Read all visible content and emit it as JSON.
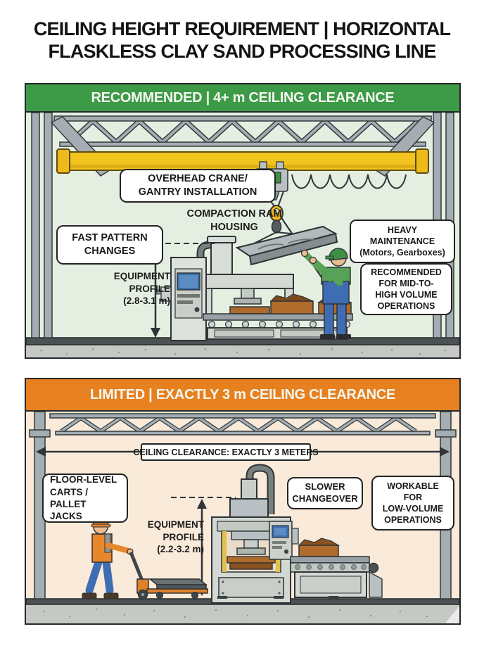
{
  "title": {
    "lines": [
      "CEILING HEIGHT REQUIREMENT | HORIZONTAL",
      "FLASKLESS CLAY SAND PROCESSING LINE"
    ]
  },
  "colors": {
    "recommended_header": "#3d9a47",
    "limited_header": "#e7801f",
    "recommended_bg": "#e4efe1",
    "limited_bg": "#f9ead9",
    "crane_yellow": "#f3c31e",
    "steel_gray": "#a4adb1",
    "floor_dark": "#4c5154",
    "concrete": "#c6c8c3"
  },
  "recommended_panel": {
    "header": "RECOMMENDED | 4+ m CEILING CLEARANCE",
    "callouts": {
      "overhead_crane": {
        "lines": [
          "OVERHEAD CRANE/",
          "GANTRY INSTALLATION"
        ]
      },
      "fast_pattern": {
        "lines": [
          "FAST PATTERN",
          "CHANGES"
        ]
      },
      "compaction_ram": {
        "lines": [
          "COMPACTION RAM",
          "HOUSING"
        ]
      },
      "equipment_profile": {
        "lines": [
          "EQUIPMENT",
          "PROFILE",
          "(2.8-3.1 m)"
        ]
      },
      "heavy_maintenance": {
        "lines": [
          "HEAVY MAINTENANCE",
          "(Motors, Gearboxes)"
        ]
      },
      "recommended_for": {
        "lines": [
          "RECOMMENDED",
          "FOR MID-TO-",
          "HIGH VOLUME",
          "OPERATIONS"
        ]
      }
    }
  },
  "limited_panel": {
    "header": "LIMITED | EXACTLY 3 m CEILING CLEARANCE",
    "callouts": {
      "ceiling_clearance": {
        "lines": [
          "CEILING CLEARANCE: EXACTLY 3 METERS"
        ]
      },
      "floor_carts": {
        "lines": [
          "FLOOR-LEVEL",
          "CARTS /",
          "PALLET JACKS"
        ]
      },
      "equipment_profile": {
        "lines": [
          "EQUIPMENT",
          "PROFILE",
          "(2.2-3.2 m)"
        ]
      },
      "slower_changeover": {
        "lines": [
          "SLOWER",
          "CHANGEOVER"
        ]
      },
      "workable": {
        "lines": [
          "WORKABLE FOR",
          "LOW-VOLUME",
          "OPERATIONS"
        ]
      }
    }
  }
}
